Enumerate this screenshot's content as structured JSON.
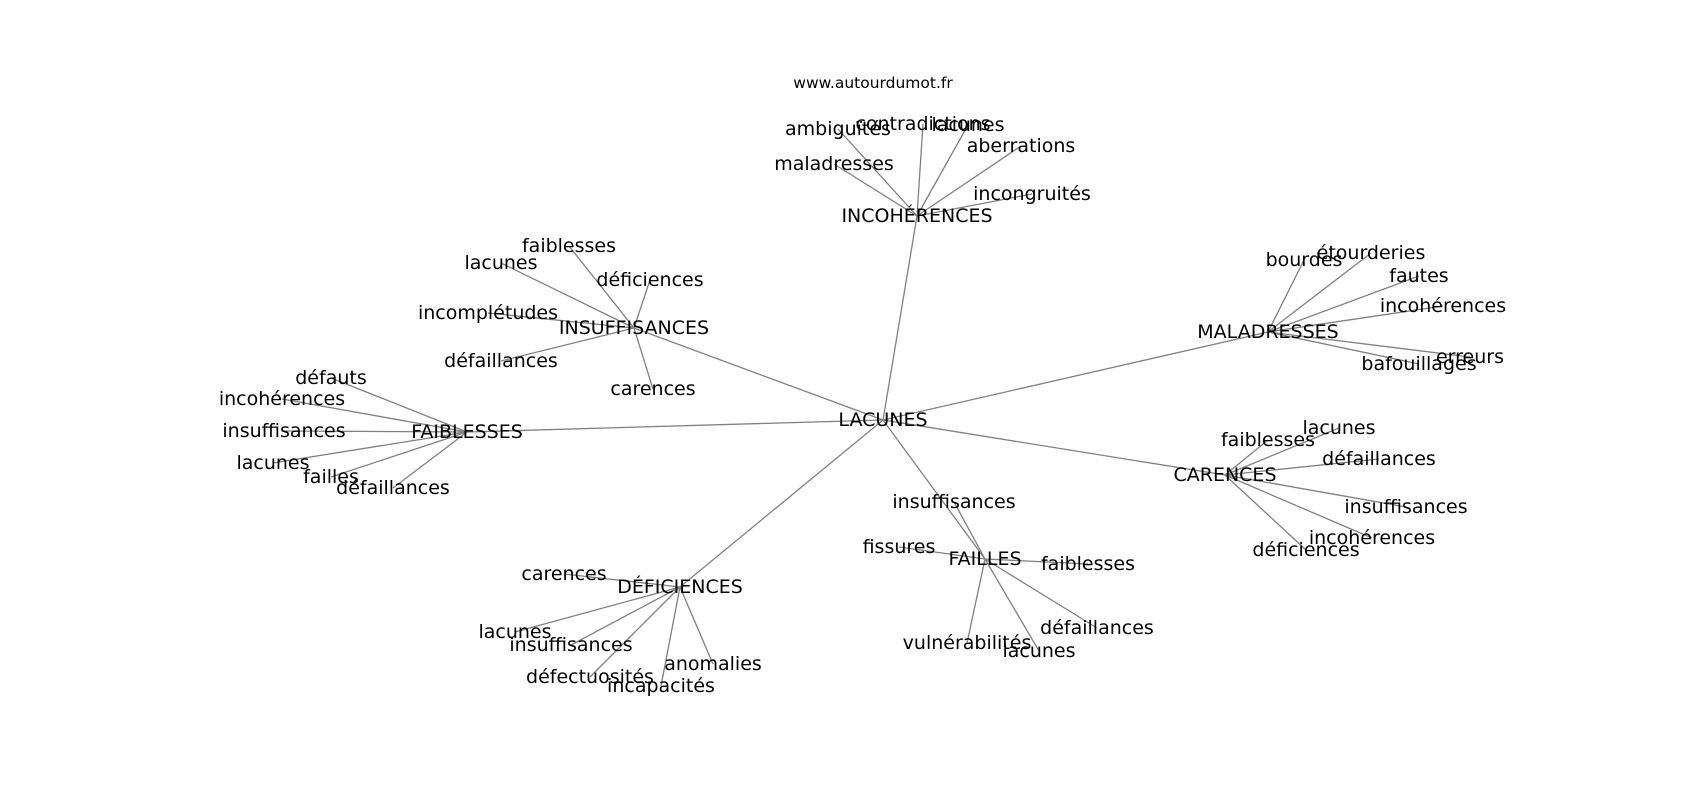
{
  "source_label": "www.autourdumot.fr",
  "center": "LACUNES",
  "clusters": [
    {
      "name": "INCOHÉRENCES",
      "words": [
        "ambiguïtés",
        "contradictions",
        "lacunes",
        "aberrations",
        "maladresses",
        "incongruités"
      ]
    },
    {
      "name": "INSUFFISANCES",
      "words": [
        "faiblesses",
        "lacunes",
        "déficiences",
        "incomplétudes",
        "défaillances",
        "carences"
      ]
    },
    {
      "name": "MALADRESSES",
      "words": [
        "bourdes",
        "étourderies",
        "fautes",
        "incohérences",
        "erreurs",
        "bafouillages"
      ]
    },
    {
      "name": "FAIBLESSES",
      "words": [
        "défauts",
        "incohérences",
        "insuffisances",
        "lacunes",
        "failles",
        "défaillances"
      ]
    },
    {
      "name": "CARENCES",
      "words": [
        "faiblesses",
        "lacunes",
        "défaillances",
        "insuffisances",
        "incohérences",
        "déficiences"
      ]
    },
    {
      "name": "FAILLES",
      "words": [
        "insuffisances",
        "fissures",
        "faiblesses",
        "défaillances",
        "vulnérabilités",
        "lacunes"
      ]
    },
    {
      "name": "DÉFICIENCES",
      "words": [
        "carences",
        "lacunes",
        "insuffisances",
        "anomalies",
        "défectuosités",
        "incapacités"
      ]
    }
  ]
}
